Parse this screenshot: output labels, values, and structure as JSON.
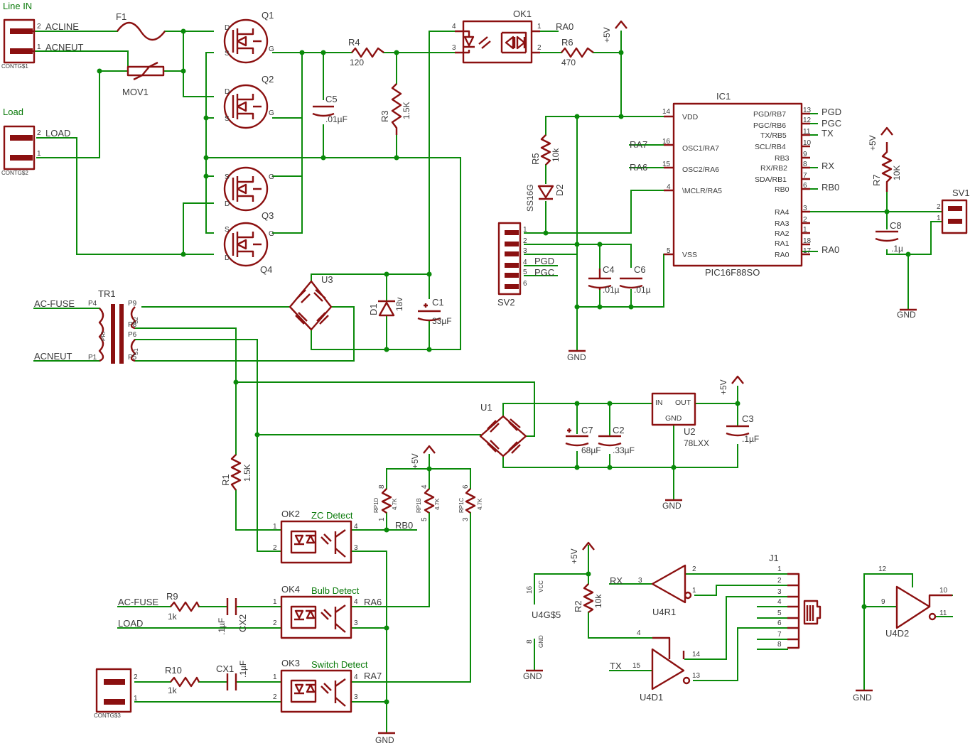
{
  "connectors": {
    "line_in": {
      "title": "Line IN",
      "ref": "CONTG$1",
      "pin1": "1",
      "pin2": "2"
    },
    "load": {
      "title": "Load",
      "ref": "CONTG$2",
      "pin1": "1",
      "pin2": "2"
    },
    "cont3": {
      "ref": "CONTG$3",
      "pin1": "1",
      "pin2": "2"
    },
    "sv1": {
      "ref": "SV1",
      "pin1": "1",
      "pin2": "2"
    },
    "sv2": {
      "ref": "SV2",
      "pins": [
        "1",
        "2",
        "3",
        "4",
        "5",
        "6"
      ]
    },
    "j1": {
      "ref": "J1",
      "pins": [
        "1",
        "2",
        "3",
        "4",
        "5",
        "6",
        "7",
        "8"
      ]
    }
  },
  "nets": {
    "acline": "ACLINE",
    "acneut": "ACNEUT",
    "load": "LOAD",
    "ac_fuse": "AC-FUSE",
    "acneut2": "ACNEUT",
    "ra0": "RA0",
    "ra0b": "RA0",
    "ra6": "RA6",
    "ra6b": "RA6",
    "ra7": "RA7",
    "ra7b": "RA7",
    "rb0": "RB0",
    "rb0b": "RB0",
    "pgd": "PGD",
    "pgc": "PGC",
    "pgd2": "PGD",
    "pgc2": "PGC",
    "tx": "TX",
    "rx": "RX",
    "rx2": "RX",
    "tx2": "TX",
    "ac_fuse2": "AC-FUSE",
    "load2": "LOAD"
  },
  "supplies": {
    "p5v": "+5V",
    "gnd": "GND"
  },
  "parts": {
    "f1": "F1",
    "mov1": "MOV1",
    "q1": "Q1",
    "q2": "Q2",
    "q3": "Q3",
    "q4": "Q4",
    "r4": {
      "ref": "R4",
      "value": "120"
    },
    "r6": {
      "ref": "R6",
      "value": "470"
    },
    "r3": {
      "ref": "R3",
      "value": "1.5K"
    },
    "r5": {
      "ref": "R5",
      "value": "10k"
    },
    "r7": {
      "ref": "R7",
      "value": "10K"
    },
    "r1": {
      "ref": "R1",
      "value": "1.5K"
    },
    "r2": {
      "ref": "R2",
      "value": "10k"
    },
    "r9": {
      "ref": "R9",
      "value": "1k"
    },
    "r10": {
      "ref": "R10",
      "value": "1k"
    },
    "c5": {
      "ref": "C5",
      "value": ".01µF"
    },
    "c1": {
      "ref": "C1",
      "value": "33µF"
    },
    "c4": {
      "ref": "C4",
      "value": ".01µ"
    },
    "c6": {
      "ref": "C6",
      "value": ".01µ"
    },
    "c8": {
      "ref": "C8",
      "value": ".1µ"
    },
    "c7": {
      "ref": "C7",
      "value": "68µF"
    },
    "c2": {
      "ref": "C2",
      "value": ".33µF"
    },
    "c3": {
      "ref": "C3",
      "value": ".1µF"
    },
    "cx1": {
      "ref": "CX1",
      "value": ".1µF"
    },
    "cx2": {
      "ref": "CX2",
      "value": ".1µF"
    },
    "d1": {
      "ref": "D1",
      "value": "18v"
    },
    "d2": {
      "ref": "D2",
      "value": "SS16G"
    },
    "u3": "U3",
    "u1": "U1",
    "u2": {
      "ref": "U2",
      "value": "78LXX",
      "in": "IN",
      "out": "OUT",
      "gnd": "GND"
    },
    "tr1": {
      "ref": "TR1",
      "pri": "PRI",
      "p4": "P4",
      "p1": "P1",
      "p9": "P9",
      "p8": "P8",
      "p6": "P6",
      "p5": "P5",
      "s2": "S2",
      "s1": "S1"
    },
    "ok1": {
      "ref": "OK1",
      "p1": "1",
      "p2": "2",
      "p3": "3",
      "p4": "4"
    },
    "ok2": {
      "ref": "OK2",
      "label": "ZC Detect",
      "p1": "1",
      "p2": "2",
      "p3": "3",
      "p4": "4"
    },
    "ok4": {
      "ref": "OK4",
      "label": "Bulb Detect",
      "p1": "1",
      "p2": "2",
      "p3": "3",
      "p4": "4"
    },
    "ok3": {
      "ref": "OK3",
      "label": "Switch Detect",
      "p1": "1",
      "p2": "2",
      "p3": "3",
      "p4": "4"
    },
    "rp1d": {
      "ref": "RP1D",
      "value": "4.7K",
      "pin": "8",
      "pin2": "1"
    },
    "rp1b": {
      "ref": "RP1B",
      "value": "4.7K",
      "pin": "4",
      "pin2": "5"
    },
    "rp1c": {
      "ref": "RP1C",
      "value": "4.7K",
      "pin": "6",
      "pin2": "3"
    },
    "u4r1": {
      "ref": "U4R1",
      "p3": "3",
      "p2": "2",
      "p1": "1"
    },
    "u4d1": {
      "ref": "U4D1",
      "p4": "4",
      "p15": "15",
      "p14": "14",
      "p13": "13"
    },
    "u4d2": {
      "ref": "U4D2",
      "p12": "12",
      "p9": "9",
      "p10": "10",
      "p11": "11"
    },
    "u4g5": {
      "ref": "U4G$5",
      "vcc": "VCC",
      "gnd": "GND",
      "p16": "16",
      "p8": "8"
    }
  },
  "ic1": {
    "ref": "IC1",
    "part": "PIC16F88SO",
    "left_pins": [
      {
        "num": "14",
        "name": "VDD"
      },
      {
        "num": "16",
        "name": "OSC1/RA7"
      },
      {
        "num": "15",
        "name": "OSC2/RA6"
      },
      {
        "num": "4",
        "name": "\\MCLR/RA5"
      },
      {
        "num": "5",
        "name": "VSS"
      }
    ],
    "right_pins": [
      {
        "num": "13",
        "name": "PGD/RB7"
      },
      {
        "num": "12",
        "name": "PGC/RB6"
      },
      {
        "num": "11",
        "name": "TX/RB5"
      },
      {
        "num": "10",
        "name": "SCL/RB4"
      },
      {
        "num": "9",
        "name": "RB3"
      },
      {
        "num": "8",
        "name": "RX/RB2"
      },
      {
        "num": "7",
        "name": "SDA/RB1"
      },
      {
        "num": "6",
        "name": "RB0"
      },
      {
        "num": "3",
        "name": "RA4"
      },
      {
        "num": "2",
        "name": "RA3"
      },
      {
        "num": "1",
        "name": "RA2"
      },
      {
        "num": "18",
        "name": "RA1"
      },
      {
        "num": "17",
        "name": "RA0"
      }
    ]
  },
  "colors": {
    "wire": "#0a8a0a",
    "symbol": "#8b1010",
    "text": "#3a3a3a"
  }
}
